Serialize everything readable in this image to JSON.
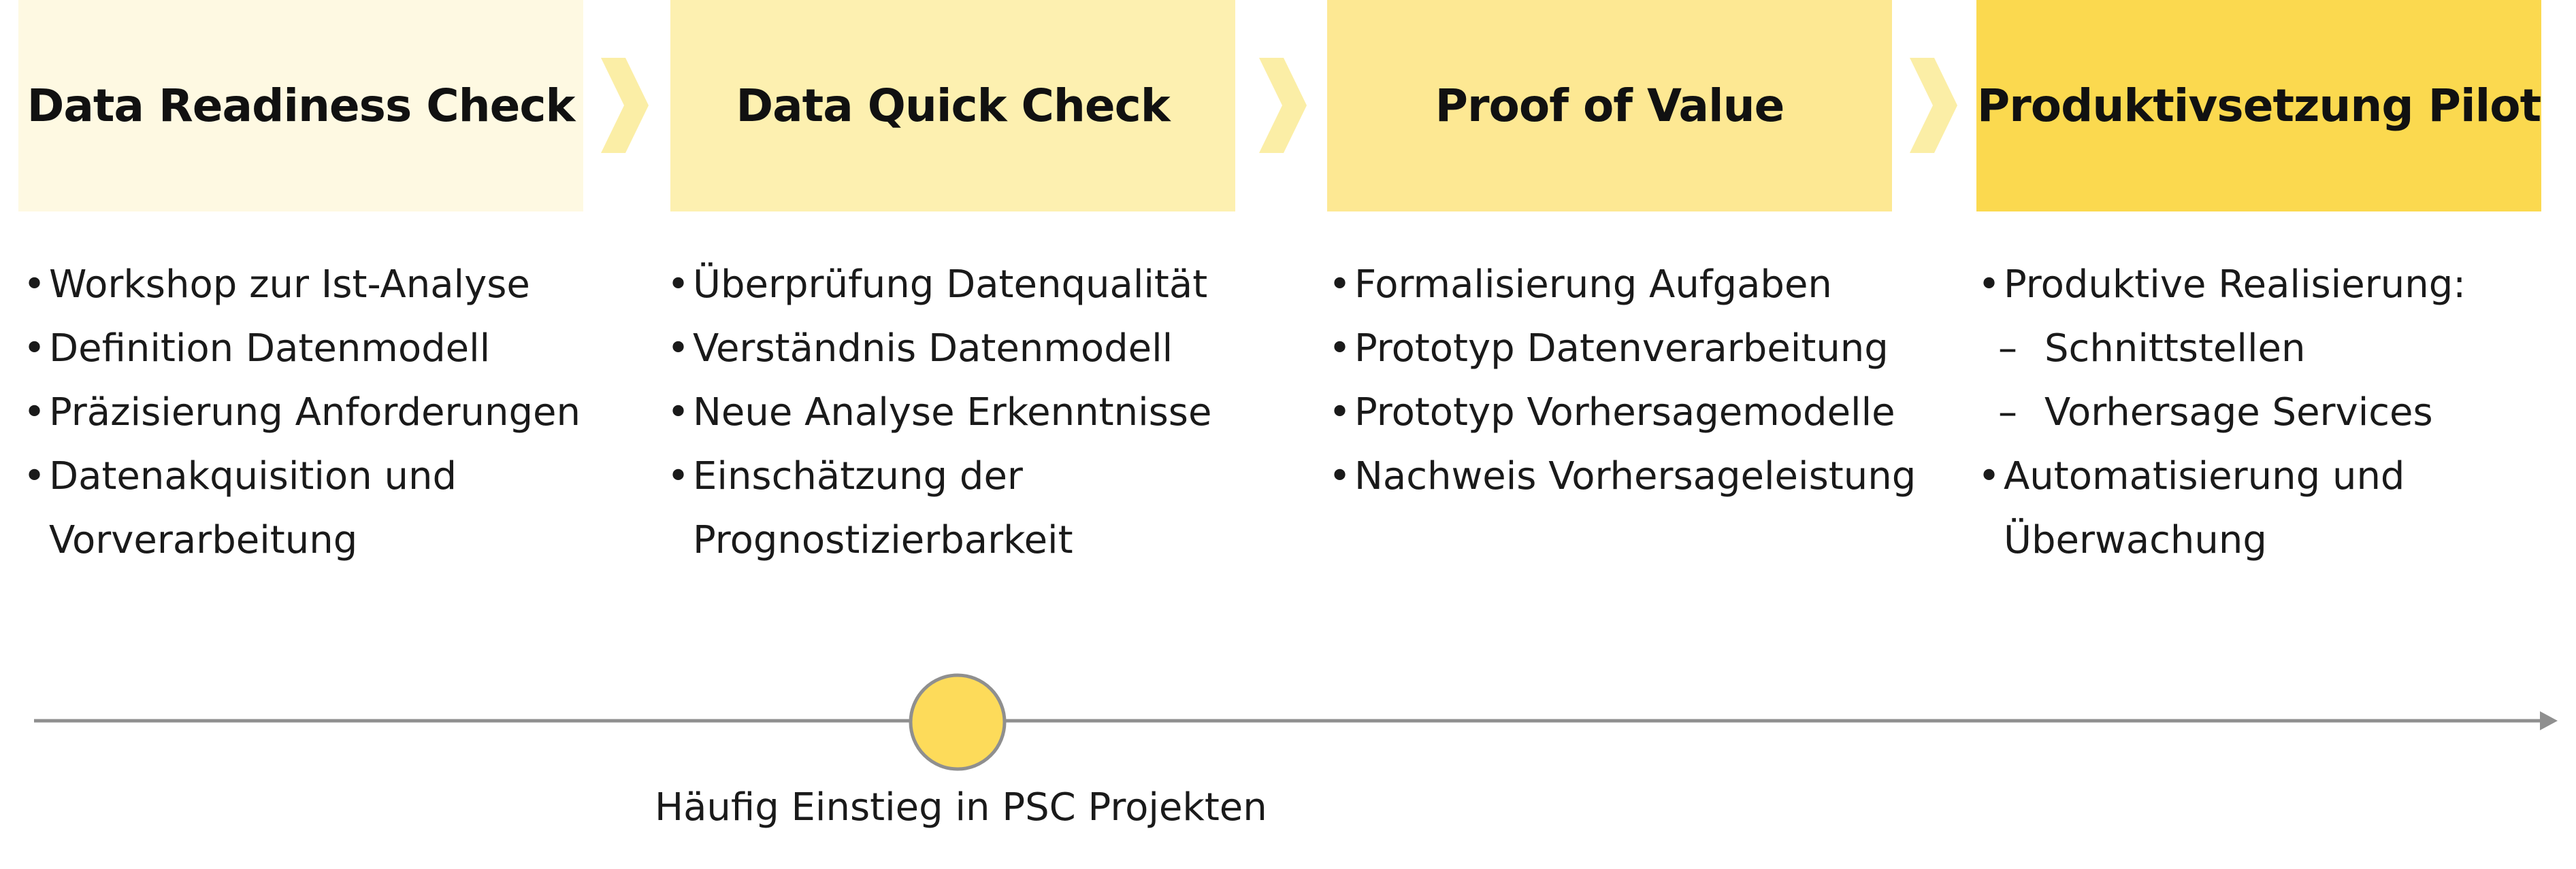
{
  "stages": [
    {
      "title": "Data Readiness Check",
      "bullets": [
        {
          "text": "Workshop zur Ist-Analyse",
          "sub": false
        },
        {
          "text": "Definition Datenmodell",
          "sub": false
        },
        {
          "text": "Präzisierung Anforderungen",
          "sub": false
        },
        {
          "text": "Datenakquisition und",
          "sub": false
        },
        {
          "text": "Vorverarbeitung",
          "sub": false,
          "continuation": true
        }
      ]
    },
    {
      "title": "Data Quick Check",
      "bullets": [
        {
          "text": "Überprüfung Datenqualität",
          "sub": false
        },
        {
          "text": "Verständnis Datenmodell",
          "sub": false
        },
        {
          "text": "Neue Analyse Erkenntnisse",
          "sub": false
        },
        {
          "text": "Einschätzung der",
          "sub": false
        },
        {
          "text": "Prognostizierbarkeit",
          "sub": false,
          "continuation": true
        }
      ]
    },
    {
      "title": "Proof of Value",
      "bullets": [
        {
          "text": "Formalisierung Aufgaben",
          "sub": false
        },
        {
          "text": "Prototyp Datenverarbeitung",
          "sub": false
        },
        {
          "text": "Prototyp Vorhersagemodelle",
          "sub": false
        },
        {
          "text": "Nachweis Vorhersageleistung",
          "sub": false
        }
      ]
    },
    {
      "title": "Produktivsetzung Pilot",
      "bullets": [
        {
          "text": "Produktive Realisierung:",
          "sub": false
        },
        {
          "text": "Schnittstellen",
          "sub": true
        },
        {
          "text": "Vorhersage Services",
          "sub": true
        },
        {
          "text": "Automatisierung und",
          "sub": false
        },
        {
          "text": "Überwachung",
          "sub": false,
          "continuation": true
        }
      ]
    }
  ],
  "timeline": {
    "marker_label": "Häufig Einstieg in PSC Projekten",
    "marker_color": "#fddb5a",
    "line_color": "#8f8f8f"
  },
  "colors": {
    "stage_1": "#fef9e2",
    "stage_2": "#fdf0b0",
    "stage_3": "#fde893",
    "stage_4": "#fbd94f",
    "chevron": "#fbeea6"
  }
}
